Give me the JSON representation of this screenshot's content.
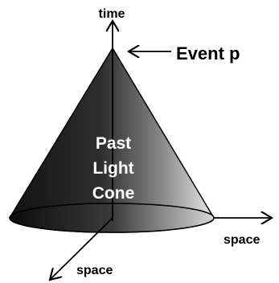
{
  "axes": {
    "time_label": "time",
    "space_x_label": "space",
    "space_y_label": "space"
  },
  "event": {
    "label": "Event p"
  },
  "cone": {
    "label_lines": [
      "Past",
      "Light",
      "Cone"
    ]
  },
  "colors": {
    "cone_dark": "#1a1a1a",
    "cone_light": "#e6e6e6",
    "cone_label": "#ffffff",
    "axis": "#000000"
  }
}
